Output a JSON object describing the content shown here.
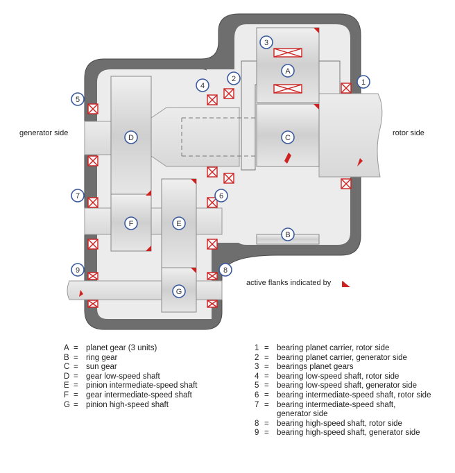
{
  "labels": {
    "generator_side": "generator side",
    "rotor_side": "rotor side",
    "active_flanks": "active flanks indicated by"
  },
  "components": [
    {
      "key": "A",
      "name": "planet gear (3 units)"
    },
    {
      "key": "B",
      "name": "ring gear"
    },
    {
      "key": "C",
      "name": "sun gear"
    },
    {
      "key": "D",
      "name": "gear low-speed shaft"
    },
    {
      "key": "E",
      "name": "pinion intermediate-speed shaft"
    },
    {
      "key": "F",
      "name": "gear intermediate-speed shaft"
    },
    {
      "key": "G",
      "name": "pinion high-speed shaft"
    }
  ],
  "bearings": [
    {
      "key": "1",
      "name": "bearing planet carrier, rotor side"
    },
    {
      "key": "2",
      "name": "bearing planet carrier, generator side"
    },
    {
      "key": "3",
      "name": "bearings planet gears"
    },
    {
      "key": "4",
      "name": "bearing low-speed shaft, rotor side"
    },
    {
      "key": "5",
      "name": "bearing low-speed shaft, generator side"
    },
    {
      "key": "6",
      "name": "bearing intermediate-speed shaft, rotor side"
    },
    {
      "key": "7",
      "name": "bearing intermediate-speed shaft,",
      "cont": "generator side"
    },
    {
      "key": "8",
      "name": "bearing high-speed shaft, rotor side"
    },
    {
      "key": "9",
      "name": "bearing high-speed shaft, generator side"
    }
  ],
  "equals_sign": "=",
  "colors": {
    "housing": "#6e6e6e",
    "gear_fill": "#d9d9d9",
    "shaft_fill": "#e3e3e3",
    "bearing_red": "#cc2222",
    "callout_blue": "#3b5aa0"
  }
}
